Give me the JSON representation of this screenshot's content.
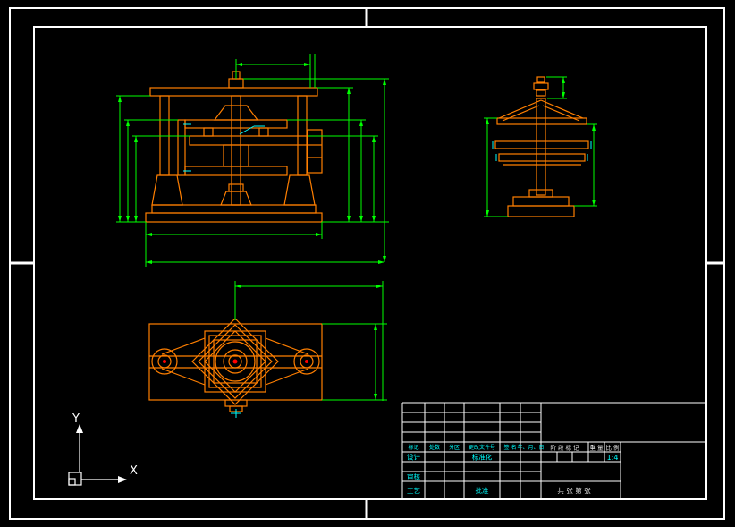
{
  "colors": {
    "background": "#000000",
    "sheet_border": "#FFFFFF",
    "geometry": "#FF7F00",
    "dimensions": "#00FF00",
    "annotations": "#00FFFF",
    "center_marks": "#FF0000"
  },
  "ucs": {
    "x_label": "X",
    "y_label": "Y"
  },
  "title_block": {
    "revision_columns": [
      "标记",
      "处数",
      "分区",
      "更改文件号",
      "签 名",
      "年、月、日"
    ],
    "design_label": "设计",
    "standardization_label": "标准化",
    "review_label": "审核",
    "process_label": "工艺",
    "approve_label": "批准",
    "stage_mark_label": "阶 段 标 记",
    "weight_label": "重 量",
    "scale_label": "比 例",
    "scale_value": "1:4",
    "sheet_label": "共  张  第  张"
  }
}
